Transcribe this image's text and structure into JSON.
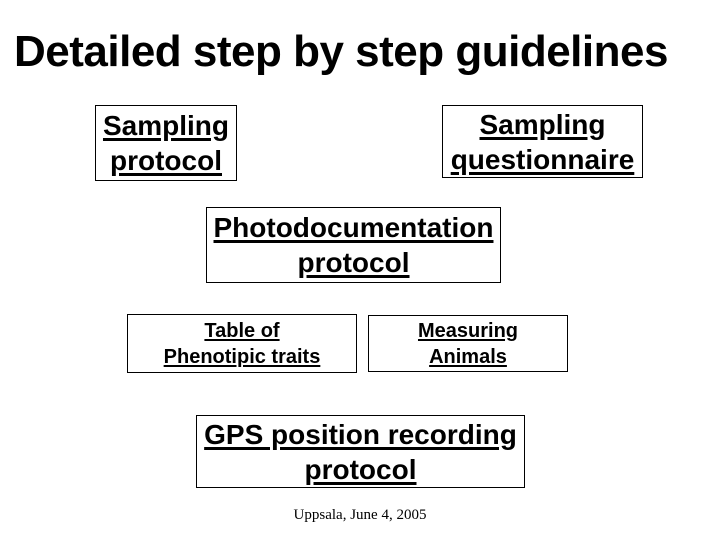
{
  "slide": {
    "title": "Detailed step by step guidelines",
    "footer": "Uppsala, June 4, 2005",
    "colors": {
      "background": "#ffffff",
      "text": "#000000",
      "box_border": "#000000"
    }
  },
  "boxes": [
    {
      "name": "sampling-protocol",
      "lines": [
        "Sampling",
        "protocol"
      ]
    },
    {
      "name": "sampling-questionnaire",
      "lines": [
        "Sampling",
        "questionnaire"
      ]
    },
    {
      "name": "photodocumentation-protocol",
      "lines": [
        "Photodocumentation",
        "protocol"
      ]
    },
    {
      "name": "table-of-phenotipic-traits",
      "lines": [
        "Table of",
        "Phenotipic traits"
      ]
    },
    {
      "name": "measuring-animals",
      "lines": [
        "Measuring",
        "Animals"
      ]
    },
    {
      "name": "gps-position-recording-protocol",
      "lines": [
        "GPS position recording",
        "protocol"
      ]
    }
  ]
}
